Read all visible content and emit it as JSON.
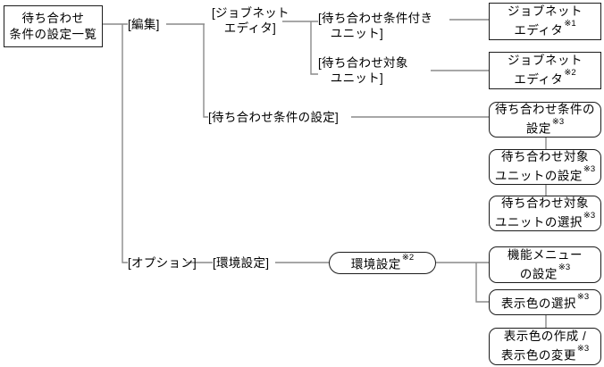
{
  "diagram": {
    "root": {
      "lines": "待ち合わせ\n条件の設定一覧"
    },
    "menus": {
      "edit": "[編集]",
      "jobnet_editor": "[ジョブネット\n　エディタ]",
      "wait_cond_unit": "[待ち合わせ条件付き\n　ユニット]",
      "wait_target_unit": "[待ち合わせ対象\n　ユニット]",
      "wait_cond_setting": "[待ち合わせ条件の設定]",
      "option": "[オプション]",
      "env_setting": "[環境設定]"
    },
    "windows": {
      "jobnet_editor_1": {
        "lines": "ジョブネット\nエディタ",
        "sup": "※1"
      },
      "jobnet_editor_2": {
        "lines": "ジョブネット\nエディタ",
        "sup": "※2"
      },
      "wait_cond_setting": {
        "lines": "待ち合わせ条件の\n設定",
        "sup": "※3"
      },
      "wait_target_setting": {
        "lines": "待ち合わせ対象\nユニットの設定",
        "sup": "※3"
      },
      "wait_target_select": {
        "lines": "待ち合わせ対象\nユニットの選択",
        "sup": "※3"
      },
      "env_config": {
        "lines": "環境設定",
        "sup": "※2"
      },
      "func_menu_setting": {
        "lines": "機能メニュー\nの設定",
        "sup": "※3"
      },
      "color_select": {
        "lines": "表示色の選択",
        "sup": "※3"
      },
      "color_create_change": {
        "lines": "表示色の作成 /\n表示色の変更",
        "sup": "※3"
      }
    },
    "colors": {
      "line": "#8a8a8a",
      "border": "#1c1c1c",
      "text": "#000000",
      "background": "#ffffff"
    }
  }
}
